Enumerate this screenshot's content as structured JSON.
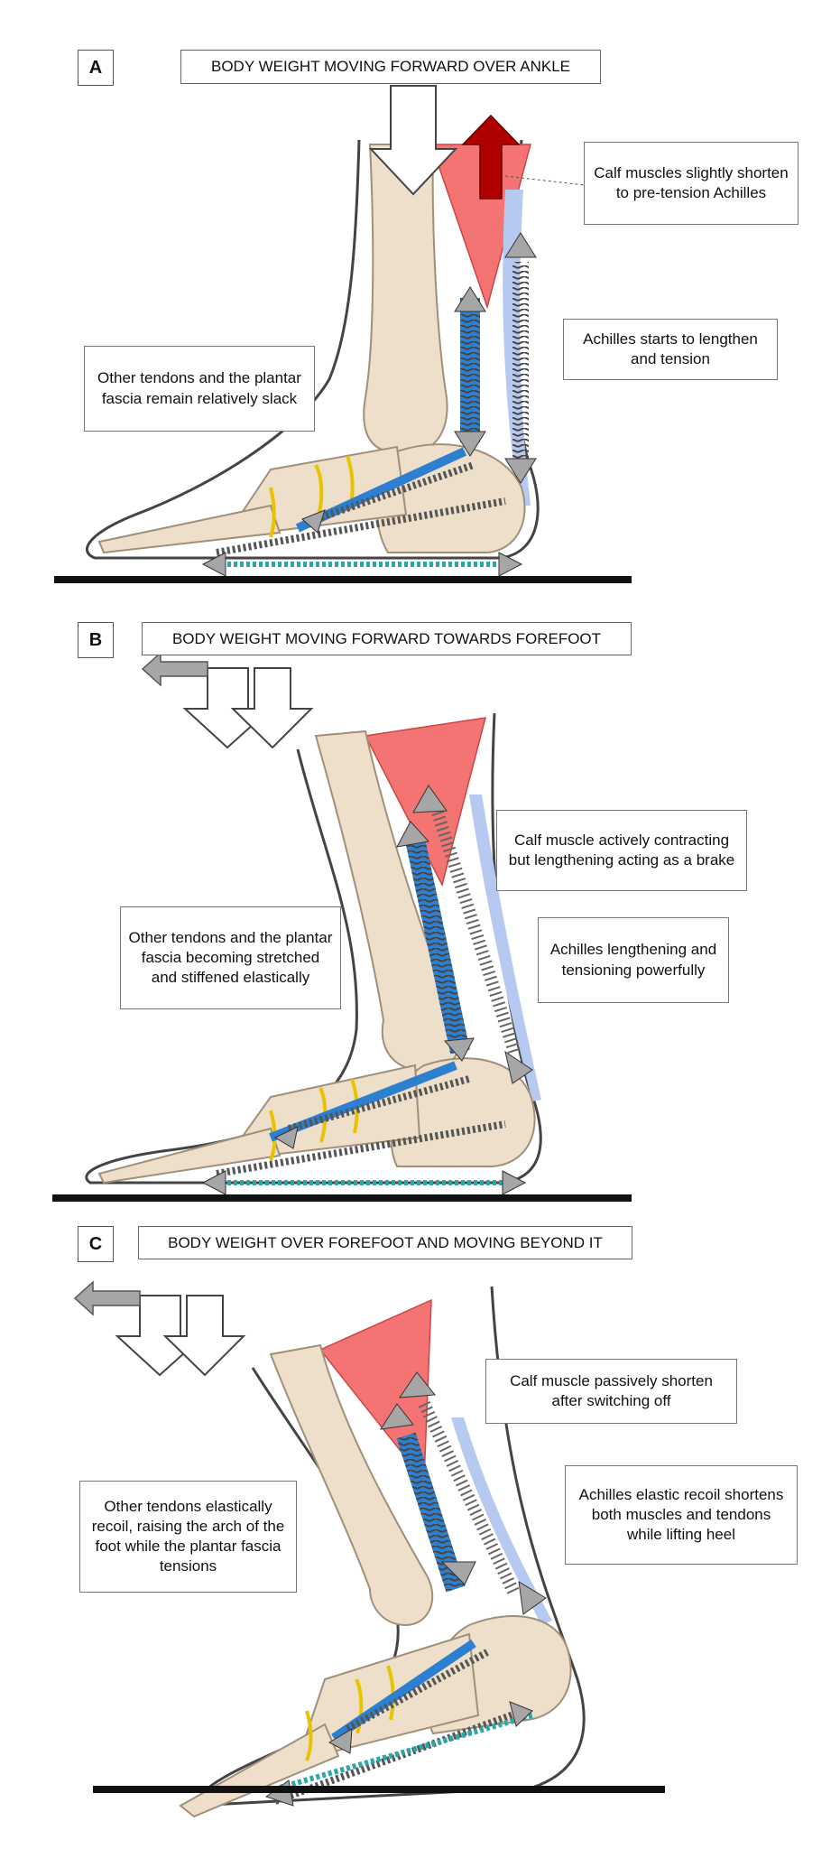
{
  "colors": {
    "bone": "#eddfc9",
    "bone_outline": "#a08f79",
    "muscle": "#f47373",
    "tendon_blue": "#2d7fd0",
    "achilles_light": "#b6c9f0",
    "spring": "#555555",
    "plantar_teal": "#2aa8a8",
    "arrow_grey": "#a6a6a6",
    "arrow_red": "#b00000",
    "ground": "#111111",
    "cartilage_yellow": "#e8c400"
  },
  "panels": [
    {
      "letter": "A",
      "title": "BODY WEIGHT MOVING FORWARD OVER ANKLE",
      "callouts": [
        {
          "name": "calf-note",
          "text": "Calf muscles slightly shorten to pre-tension Achilles"
        },
        {
          "name": "achilles-note",
          "text": "Achilles starts to lengthen and tension"
        },
        {
          "name": "tendons-note",
          "text": "Other tendons and the plantar fascia remain relatively slack"
        }
      ]
    },
    {
      "letter": "B",
      "title": "BODY WEIGHT MOVING FORWARD TOWARDS FOREFOOT",
      "callouts": [
        {
          "name": "calf-note",
          "text": "Calf muscle actively contracting but lengthening acting as a brake"
        },
        {
          "name": "achilles-note",
          "text": "Achilles lengthening and tensioning powerfully"
        },
        {
          "name": "tendons-note",
          "text": "Other tendons and the plantar fascia becoming stretched and stiffened elastically"
        }
      ]
    },
    {
      "letter": "C",
      "title": "BODY WEIGHT OVER FOREFOOT AND MOVING BEYOND IT",
      "callouts": [
        {
          "name": "calf-note",
          "text": "Calf muscle passively shorten after switching off"
        },
        {
          "name": "achilles-note",
          "text": "Achilles elastic recoil shortens both muscles and tendons while lifting heel"
        },
        {
          "name": "tendons-note",
          "text": "Other tendons elastically recoil, raising the arch of the foot while the plantar fascia tensions"
        }
      ]
    }
  ]
}
